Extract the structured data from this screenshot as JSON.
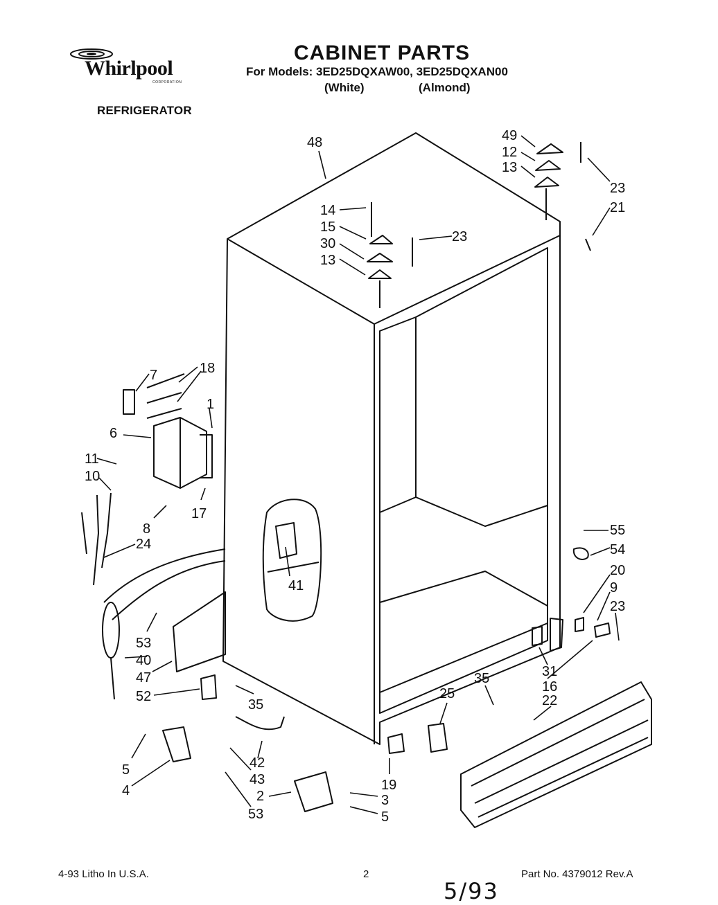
{
  "header": {
    "brand": "Whirlpool",
    "brand_sub": "CORPORATION",
    "product": "REFRIGERATOR",
    "title": "CABINET PARTS",
    "models": "For Models: 3ED25DQXAW00, 3ED25DQXAN00",
    "variant_white": "(White)",
    "variant_almond": "(Almond)"
  },
  "callouts": [
    "48",
    "49",
    "12",
    "13",
    "23",
    "21",
    "14",
    "15",
    "23",
    "30",
    "13",
    "7",
    "18",
    "1",
    "6",
    "11",
    "10",
    "17",
    "8",
    "24",
    "41",
    "55",
    "54",
    "20",
    "9",
    "23",
    "53",
    "40",
    "47",
    "52",
    "35",
    "31",
    "16",
    "35",
    "25",
    "22",
    "5",
    "4",
    "42",
    "43",
    "19",
    "2",
    "3",
    "5",
    "53"
  ],
  "footer": {
    "left": "4-93 Litho In U.S.A.",
    "page": "2",
    "part": "Part No. 4379012   Rev.A",
    "handwritten": "5/93"
  }
}
